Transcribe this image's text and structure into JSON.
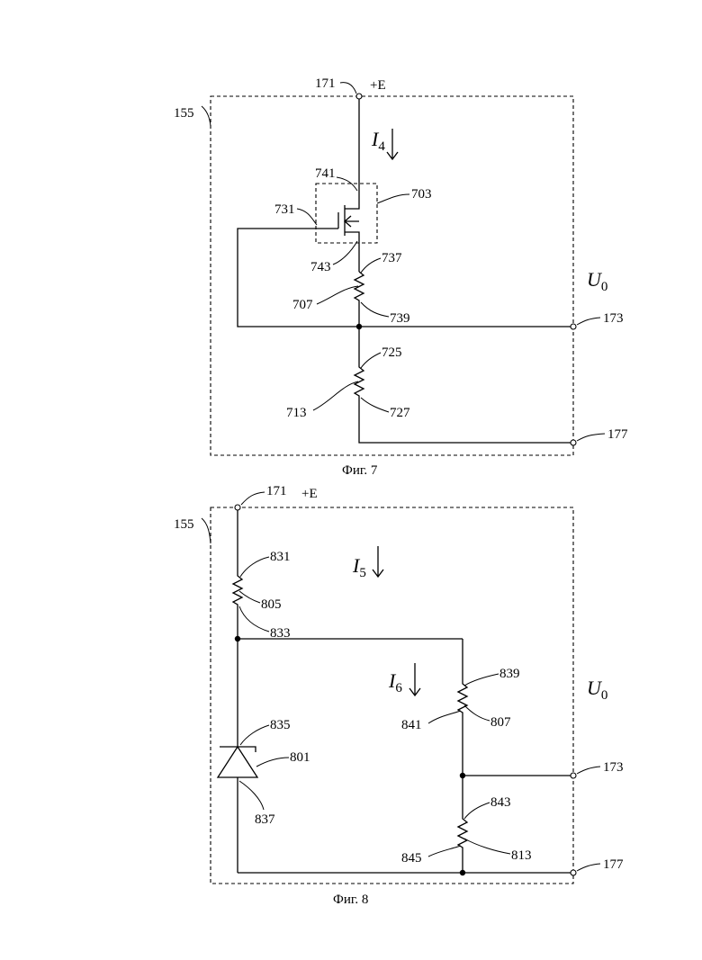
{
  "fig7": {
    "caption": "Фиг. 7",
    "block_label": "155",
    "supply_terminal": "171",
    "supply_label": "+E",
    "current_symbol": "I",
    "current_sub": "4",
    "voltage_symbol": "U",
    "voltage_sub": "0",
    "labels": {
      "l741": "741",
      "l703": "703",
      "l731": "731",
      "l743": "743",
      "l737": "737",
      "l707": "707",
      "l739": "739",
      "l173": "173",
      "l725": "725",
      "l713": "713",
      "l727": "727",
      "l177": "177"
    }
  },
  "fig8": {
    "caption": "Фиг. 8",
    "block_label": "155",
    "supply_terminal": "171",
    "supply_label": "+E",
    "current5_symbol": "I",
    "current5_sub": "5",
    "current6_symbol": "I",
    "current6_sub": "6",
    "voltage_symbol": "U",
    "voltage_sub": "0",
    "labels": {
      "l831": "831",
      "l805": "805",
      "l833": "833",
      "l839": "839",
      "l841": "841",
      "l807": "807",
      "l835": "835",
      "l801": "801",
      "l837": "837",
      "l173": "173",
      "l843": "843",
      "l845": "845",
      "l813": "813",
      "l177": "177"
    }
  }
}
